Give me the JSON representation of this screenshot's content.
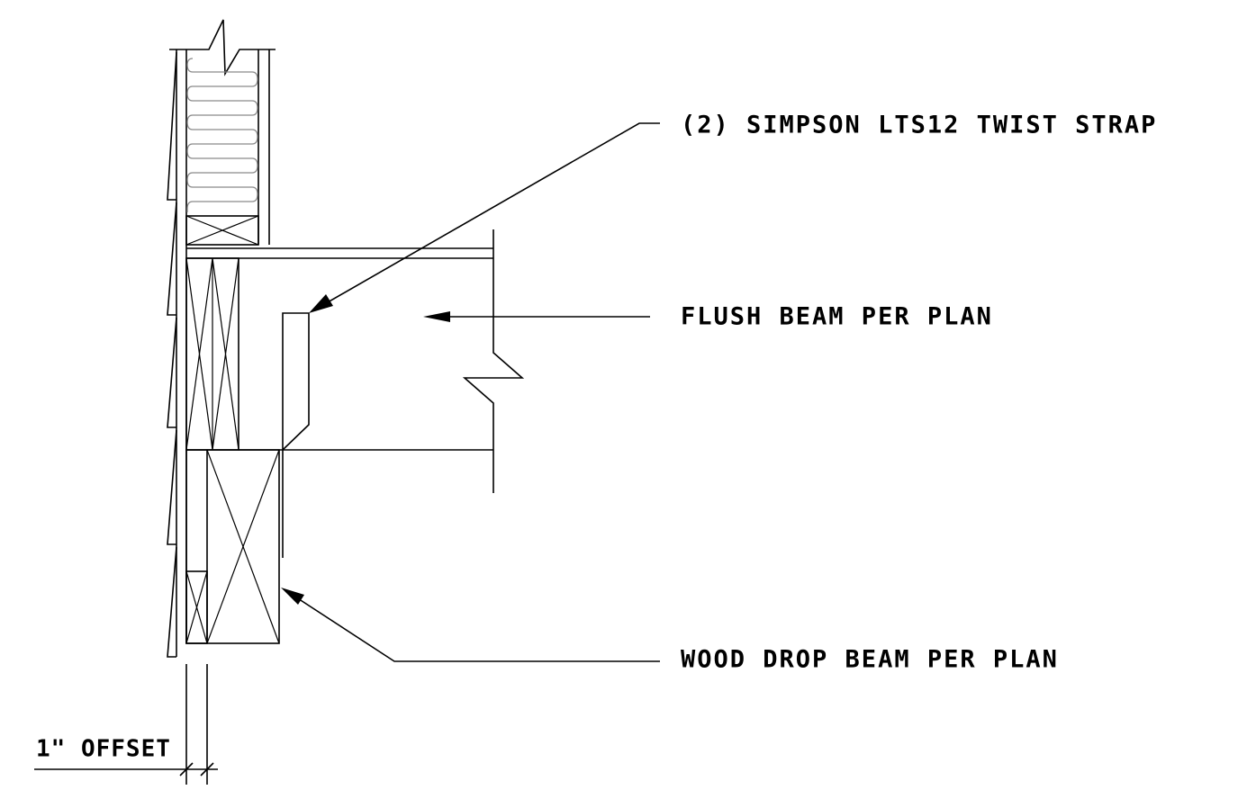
{
  "callouts": {
    "twist_strap": "(2) SIMPSON LTS12 TWIST STRAP",
    "flush_beam": "FLUSH BEAM PER PLAN",
    "drop_beam": "WOOD DROP BEAM PER PLAN"
  },
  "dimension": {
    "offset_label": "1\" OFFSET"
  }
}
